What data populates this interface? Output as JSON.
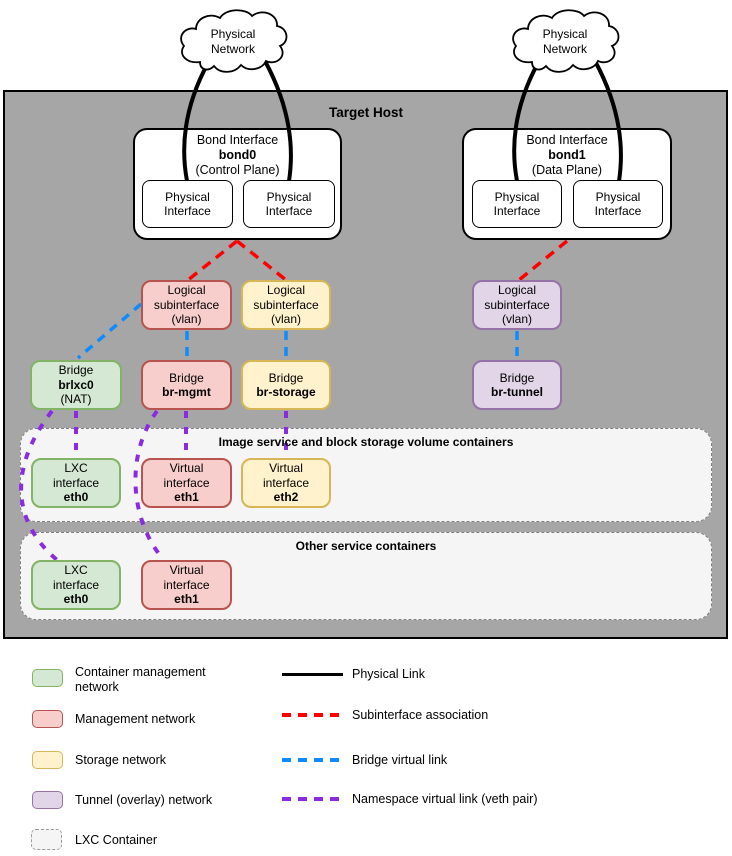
{
  "diagram": {
    "host_label": "Target Host",
    "cloud": {
      "line1": "Physical",
      "line2": "Network"
    },
    "bond0": {
      "line1": "Bond Interface",
      "name": "bond0",
      "line3": "(Control Plane)"
    },
    "bond1": {
      "line1": "Bond Interface",
      "name": "bond1",
      "line3": "(Data Plane)"
    },
    "physical_interface": {
      "line1": "Physical",
      "line2": "Interface"
    },
    "logical_subinterface": {
      "line1": "Logical",
      "line2": "subinterface",
      "line3": "(vlan)"
    },
    "bridge_lxc": {
      "line1": "Bridge",
      "name": "brlxc0",
      "line3": "(NAT)"
    },
    "bridge_mgmt": {
      "line1": "Bridge",
      "name": "br-mgmt"
    },
    "bridge_storage": {
      "line1": "Bridge",
      "name": "br-storage"
    },
    "bridge_tunnel": {
      "line1": "Bridge",
      "name": "br-tunnel"
    },
    "container1_title": "Image service and block storage volume containers",
    "container2_title": "Other service containers",
    "iface_lxc": {
      "line1": "LXC",
      "line2": "interface",
      "name": "eth0"
    },
    "iface_virt1": {
      "line1": "Virtual",
      "line2": "interface",
      "name": "eth1"
    },
    "iface_virt2": {
      "line1": "Virtual",
      "line2": "interface",
      "name": "eth2"
    }
  },
  "legend": {
    "swatches": [
      {
        "label": "Container management network",
        "fill": "#d5e8d4",
        "stroke": "#82b366"
      },
      {
        "label": "Management network",
        "fill": "#f8cecc",
        "stroke": "#b85450"
      },
      {
        "label": "Storage network",
        "fill": "#fff2cc",
        "stroke": "#d6b656"
      },
      {
        "label": "Tunnel (overlay) network",
        "fill": "#e1d5e7",
        "stroke": "#9673a6"
      },
      {
        "label": "LXC Container",
        "fill": "#f5f5f5",
        "stroke": "#999999"
      }
    ],
    "lines": [
      {
        "label": "Physical Link",
        "color": "#000000",
        "style": "solid"
      },
      {
        "label": "Subinterface association",
        "color": "#ff0000",
        "style": "dashed"
      },
      {
        "label": "Bridge virtual link",
        "color": "#0e8bff",
        "style": "dashed"
      },
      {
        "label": "Namespace virtual link (veth pair)",
        "color": "#8a2be2",
        "style": "dashed"
      }
    ]
  },
  "colors": {
    "host_background": "#a6a6a6",
    "container_fill": "#f5f5f5",
    "physical_link": "#000000",
    "subinterface_link": "#ff0000",
    "bridge_link": "#0e8bff",
    "veth_link": "#8a2be2"
  }
}
